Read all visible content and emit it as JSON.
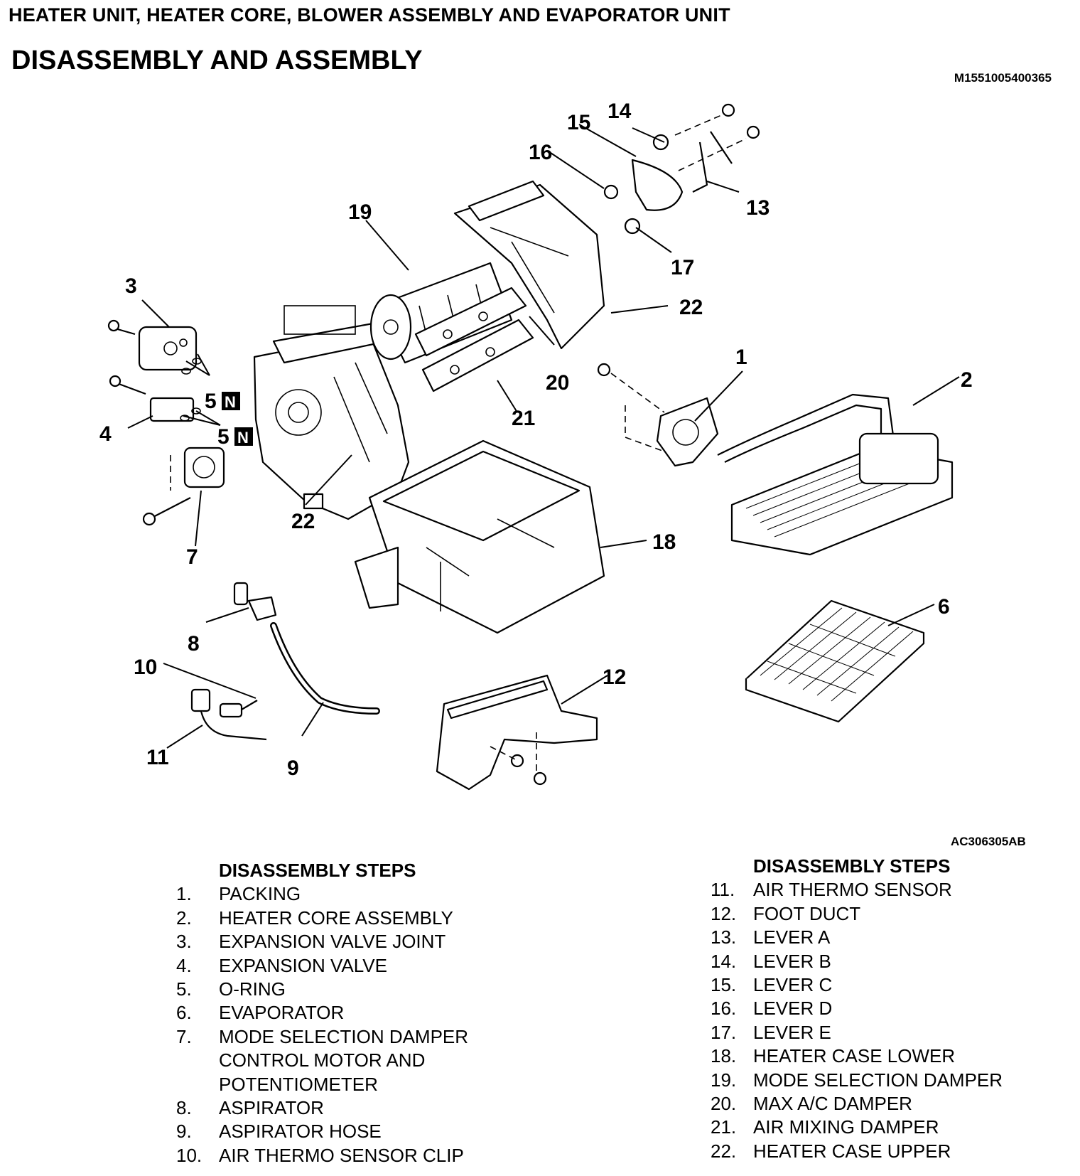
{
  "header": {
    "title": "HEATER UNIT, HEATER CORE, BLOWER ASSEMBLY AND EVAPORATOR UNIT",
    "section": "DISASSEMBLY AND ASSEMBLY",
    "doc_code": "M1551005400365"
  },
  "figure": {
    "code": "AC306305AB",
    "callouts": {
      "c1": "1",
      "c2": "2",
      "c3": "3",
      "c4": "4",
      "c5a": "5",
      "c5b": "5",
      "n_badge": "N",
      "c6": "6",
      "c7": "7",
      "c8": "8",
      "c9": "9",
      "c10": "10",
      "c11": "11",
      "c12": "12",
      "c13": "13",
      "c14": "14",
      "c15": "15",
      "c16": "16",
      "c17": "17",
      "c18": "18",
      "c19": "19",
      "c20": "20",
      "c21": "21",
      "c22a": "22",
      "c22b": "22"
    }
  },
  "steps_left": {
    "heading": "DISASSEMBLY STEPS",
    "items": [
      {
        "num": "1.",
        "text": "PACKING"
      },
      {
        "num": "2.",
        "text": "HEATER CORE ASSEMBLY"
      },
      {
        "num": "3.",
        "text": "EXPANSION VALVE JOINT"
      },
      {
        "num": "4.",
        "text": "EXPANSION VALVE"
      },
      {
        "num": "5.",
        "text": "O-RING"
      },
      {
        "num": "6.",
        "text": "EVAPORATOR"
      },
      {
        "num": "7.",
        "text": "MODE SELECTION DAMPER\nCONTROL MOTOR AND\nPOTENTIOMETER"
      },
      {
        "num": "8.",
        "text": "ASPIRATOR"
      },
      {
        "num": "9.",
        "text": "ASPIRATOR HOSE"
      },
      {
        "num": "10.",
        "text": "AIR THERMO SENSOR CLIP"
      }
    ]
  },
  "steps_right": {
    "heading": "DISASSEMBLY STEPS",
    "items": [
      {
        "num": "11.",
        "text": "AIR THERMO SENSOR"
      },
      {
        "num": "12.",
        "text": "FOOT DUCT"
      },
      {
        "num": "13.",
        "text": "LEVER A"
      },
      {
        "num": "14.",
        "text": "LEVER B"
      },
      {
        "num": "15.",
        "text": "LEVER C"
      },
      {
        "num": "16.",
        "text": "LEVER D"
      },
      {
        "num": "17.",
        "text": "LEVER E"
      },
      {
        "num": "18.",
        "text": "HEATER CASE LOWER"
      },
      {
        "num": "19.",
        "text": "MODE SELECTION DAMPER"
      },
      {
        "num": "20.",
        "text": "MAX A/C DAMPER"
      },
      {
        "num": "21.",
        "text": "AIR MIXING DAMPER"
      },
      {
        "num": "22.",
        "text": "HEATER CASE UPPER"
      }
    ]
  }
}
